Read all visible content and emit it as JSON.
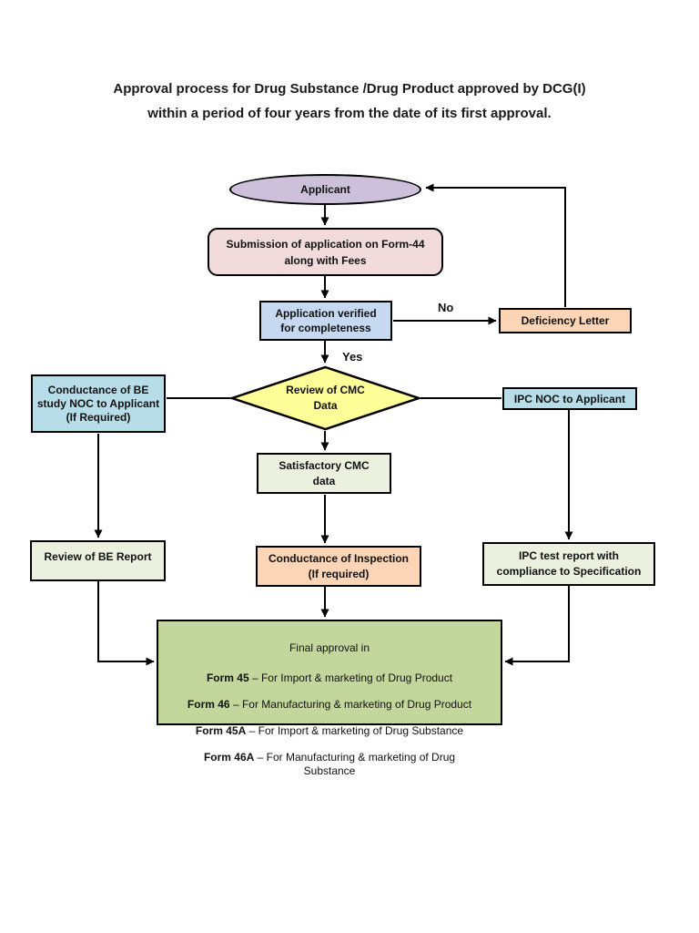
{
  "title": {
    "line1": "Approval process for Drug Substance /Drug Product approved by DCG(I)",
    "line2": "within a period of four years from the date of its first approval."
  },
  "edge_labels": {
    "no": "No",
    "yes": "Yes"
  },
  "colors": {
    "lavender": "#ccc0da",
    "pink": "#f2dcdb",
    "light_blue": "#c7d9f1",
    "peach": "#fbd5b5",
    "yellow": "#ffff99",
    "cyan": "#b7dee8",
    "pale_green": "#ebf1de",
    "green": "#c3d69b",
    "line": "#000000"
  },
  "nodes": {
    "applicant": {
      "label": "Applicant",
      "fill": "#ccc0da"
    },
    "submission": {
      "label": "Submission of application on Form-44\nalong with Fees",
      "fill": "#f2dcdb"
    },
    "verify": {
      "label": "Application verified\nfor completeness",
      "fill": "#c7d9f1"
    },
    "deficiency": {
      "label": "Deficiency Letter",
      "fill": "#fbd5b5"
    },
    "review_cmc": {
      "label": "Review of CMC\nData",
      "fill": "#ffff99"
    },
    "be_noc": {
      "label": "Conductance of BE\nstudy NOC to Applicant\n(If Required)",
      "fill": "#b7dee8"
    },
    "ipc_noc": {
      "label": "IPC NOC to Applicant",
      "fill": "#b7dee8"
    },
    "satisfactory": {
      "label": "Satisfactory CMC\ndata",
      "fill": "#ebf1de"
    },
    "inspection": {
      "label": "Conductance of Inspection\n(If required)",
      "fill": "#fbd5b5"
    },
    "be_report": {
      "label": "Review of BE Report",
      "fill": "#ebf1de"
    },
    "ipc_test": {
      "label": "IPC test report with\ncompliance to Specification",
      "fill": "#ebf1de"
    },
    "final": {
      "heading": "Final approval in",
      "fill": "#c3d69b",
      "items": [
        {
          "form": "Form 45",
          "rest": " – For Import & marketing of Drug Product"
        },
        {
          "form": "Form 46",
          "rest": " – For Manufacturing & marketing of Drug Product"
        },
        {
          "form": "Form 45A",
          "rest": " – For Import & marketing of Drug Substance"
        },
        {
          "form": "Form 46A",
          "rest": " – For Manufacturing & marketing of Drug\nSubstance"
        }
      ]
    }
  }
}
